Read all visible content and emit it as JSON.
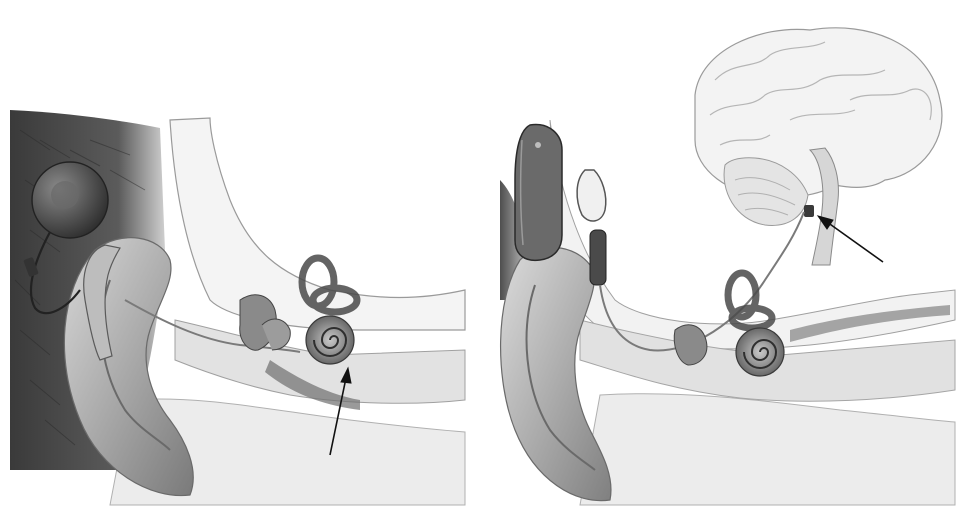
{
  "figure": {
    "panels": [
      {
        "id": "left",
        "device": "cochlear-implant",
        "arrow_target": "cochlea"
      },
      {
        "id": "right",
        "device": "auditory-brainstem-implant",
        "arrow_target": "brainstem"
      }
    ],
    "palette": {
      "background": "#ffffff",
      "skin_light": "#e9e9e9",
      "skin_mid": "#bdbdbd",
      "skin_dark": "#6b6b6b",
      "device_dark": "#4a4a4a",
      "hair": "#3a3a3a",
      "outline": "#8f8f8f",
      "arrow": "#111111"
    }
  }
}
